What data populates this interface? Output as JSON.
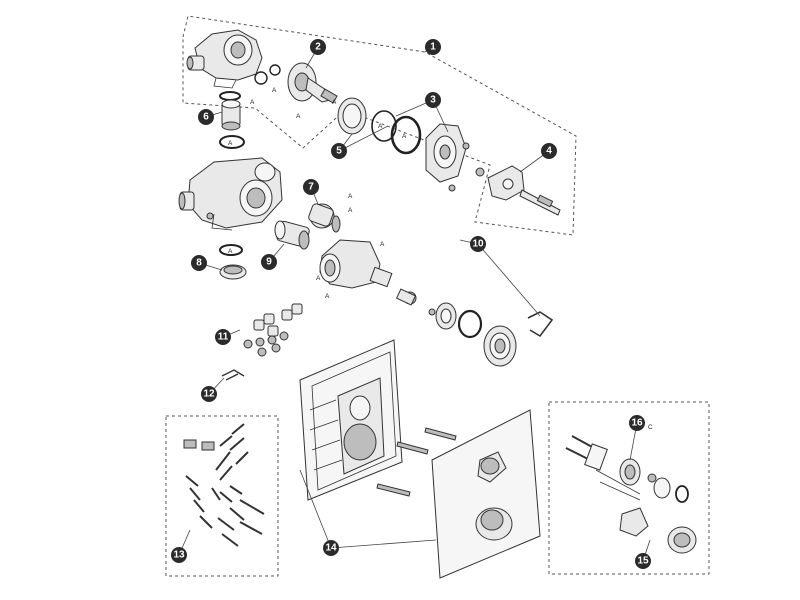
{
  "diagram": {
    "callouts": [
      "1",
      "2",
      "3",
      "4",
      "5",
      "6",
      "7",
      "8",
      "9",
      "10",
      "11",
      "12",
      "13",
      "14",
      "15",
      "16"
    ],
    "marker": "A",
    "marker_c": "C"
  }
}
